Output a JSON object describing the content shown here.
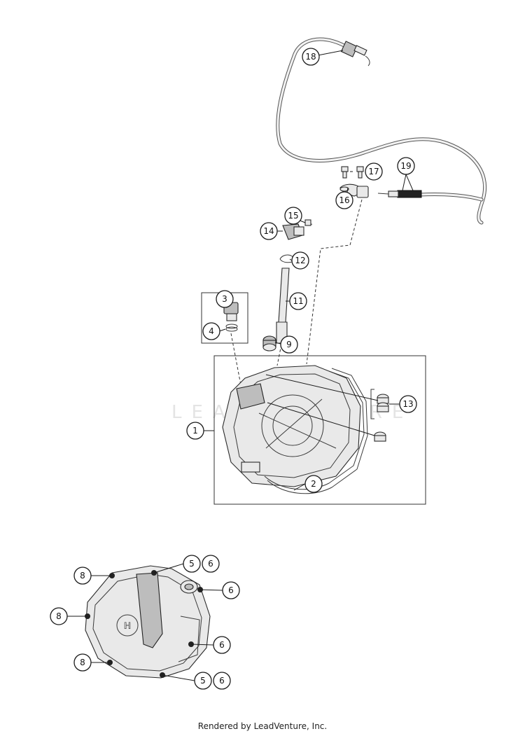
{
  "watermark": "LEADVENTURE",
  "credit": "Rendered by LeadVenture, Inc.",
  "callouts": {
    "c18": "18",
    "c17": "17",
    "c19": "19",
    "c16": "16",
    "c15": "15",
    "c14": "14",
    "c12": "12",
    "c11": "11",
    "c3": "3",
    "c4": "4",
    "c9": "9",
    "c13": "13",
    "c1": "1",
    "c2": "2",
    "b5a": "5",
    "b6a": "6",
    "b6b": "6",
    "b8a": "8",
    "b8b": "8",
    "b8c": "8",
    "b6c": "6",
    "b5b": "5",
    "b6d": "6"
  },
  "icons": {
    "brand_logo": "husqvarna-logo-icon"
  }
}
